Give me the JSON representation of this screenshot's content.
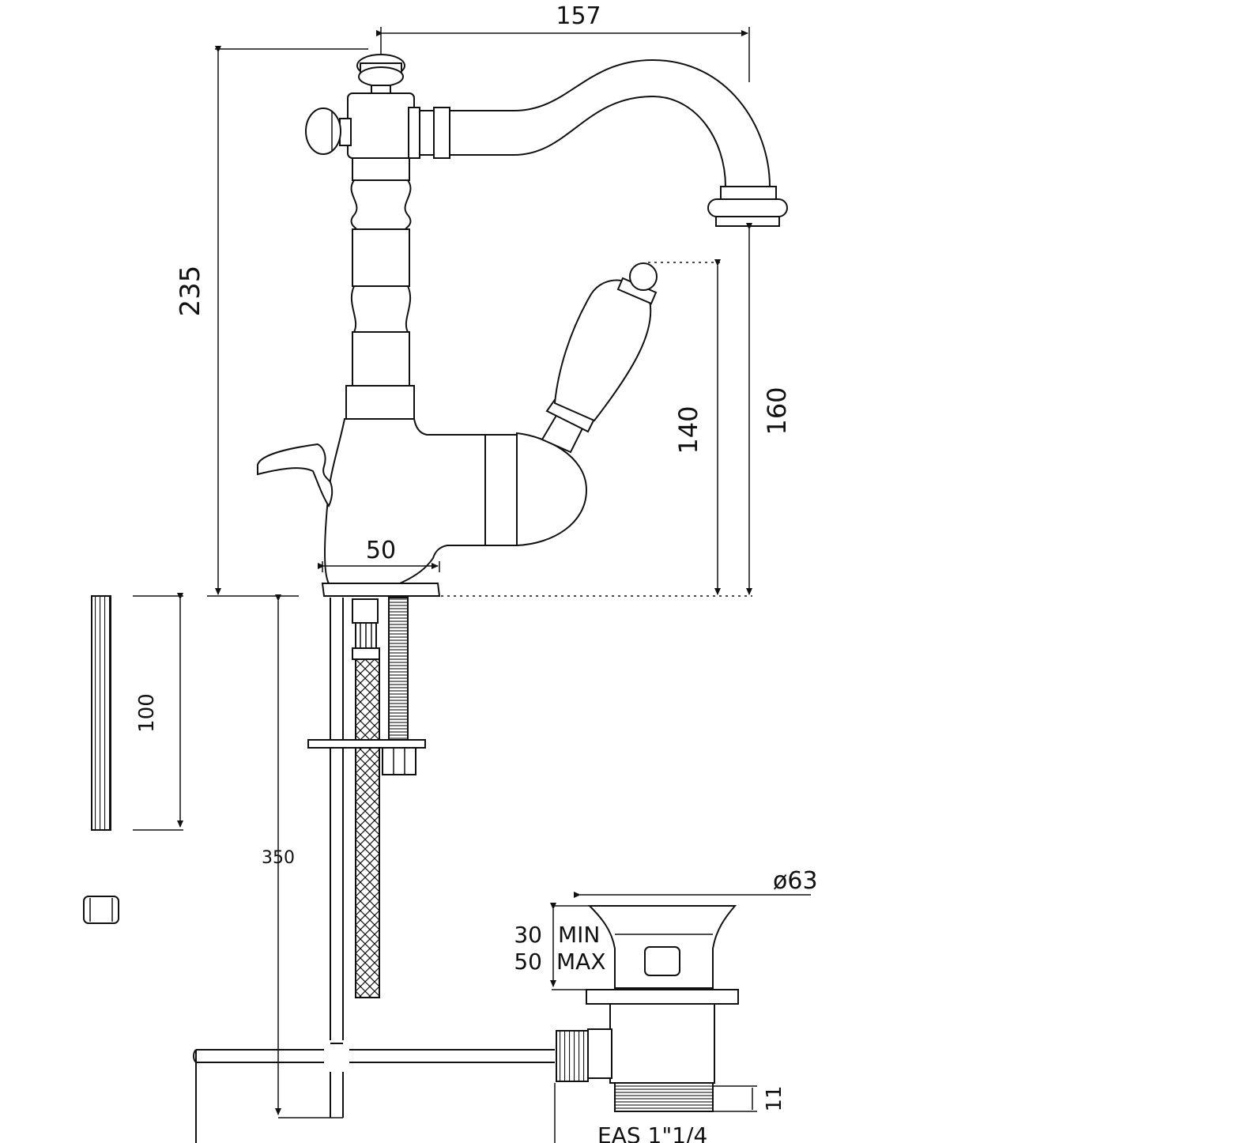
{
  "dimensions": {
    "spout_reach": "157",
    "total_height": "235",
    "lever_height": "140",
    "spout_height": "160",
    "base_diameter": "50",
    "thread_length": "100",
    "hose_length": "350",
    "waste_diameter": "ø63",
    "min_label": "MIN",
    "max_label": "MAX",
    "min_value": "30",
    "max_value": "50",
    "thread_depth": "11",
    "waste_thread": "EAS 1\"1/4"
  },
  "colors": {
    "line": "#111111",
    "background": "#ffffff"
  }
}
